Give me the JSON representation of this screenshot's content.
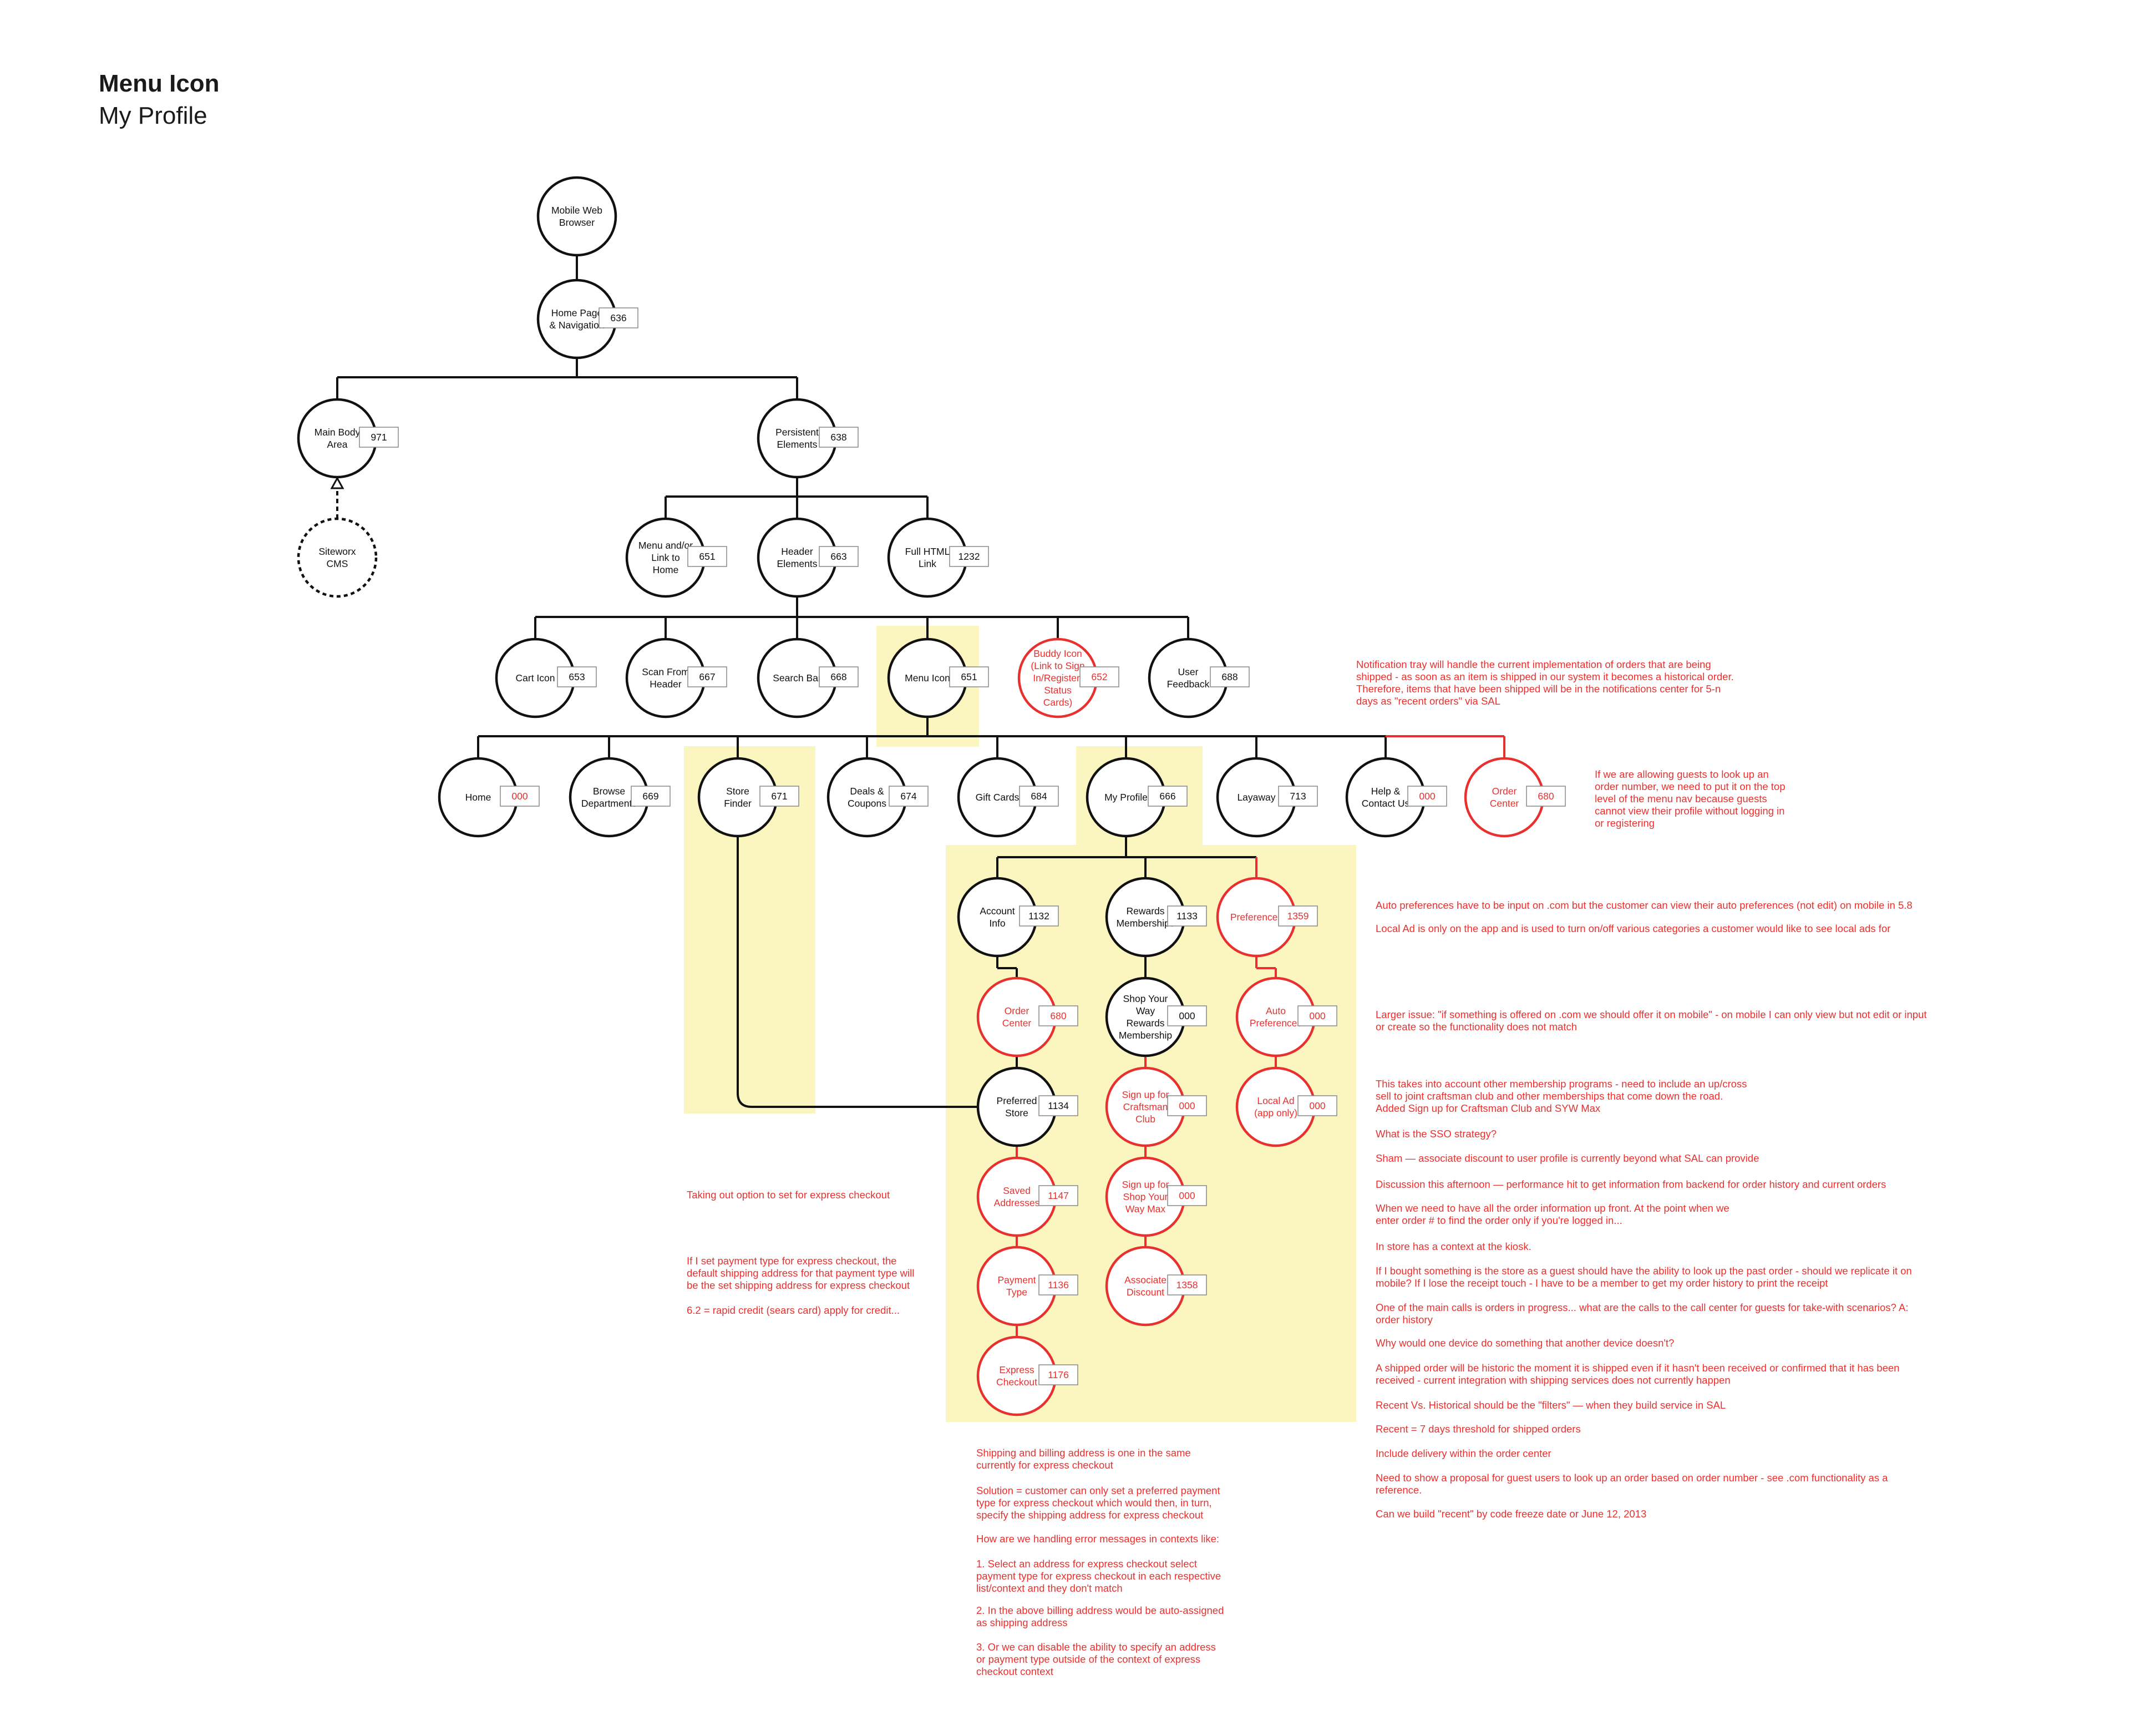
{
  "page": {
    "title": "Menu Icon",
    "subtitle": "My Profile"
  },
  "colors": {
    "black": "#111111",
    "red": "#e8312f",
    "highlight": "#fbf6c0",
    "white": "#ffffff"
  },
  "nodes": {
    "mobile_web": {
      "label": [
        "Mobile Web",
        "Browser"
      ]
    },
    "home_page": {
      "label": [
        "Home Page",
        "& Navigation"
      ],
      "id": "636"
    },
    "main_body": {
      "label": [
        "Main Body",
        "Area"
      ],
      "id": "971"
    },
    "siteworx": {
      "label": [
        "Siteworx",
        "CMS"
      ]
    },
    "persistent": {
      "label": [
        "Persistent",
        "Elements"
      ],
      "id": "638"
    },
    "menu_link": {
      "label": [
        "Menu and/or",
        "Link to",
        "Home"
      ],
      "id": "651"
    },
    "header": {
      "label": [
        "Header",
        "Elements"
      ],
      "id": "663"
    },
    "full_html": {
      "label": [
        "Full HTML",
        "Link"
      ],
      "id": "1232"
    },
    "cart": {
      "label": [
        "Cart Icon"
      ],
      "id": "653"
    },
    "scan": {
      "label": [
        "Scan From",
        "Header"
      ],
      "id": "667"
    },
    "search": {
      "label": [
        "Search Bar"
      ],
      "id": "668"
    },
    "menu_icon": {
      "label": [
        "Menu Icon"
      ],
      "id": "651"
    },
    "buddy": {
      "label": [
        "Buddy Icon",
        "(Link to Sign",
        "In/Register/",
        "Status",
        "Cards)"
      ],
      "id": "652"
    },
    "user_feedback": {
      "label": [
        "User",
        "Feedback"
      ],
      "id": "688"
    },
    "home": {
      "label": [
        "Home"
      ],
      "id": "000"
    },
    "browse": {
      "label": [
        "Browse",
        "Departments"
      ],
      "id": "669"
    },
    "store_finder": {
      "label": [
        "Store",
        "Finder"
      ],
      "id": "671"
    },
    "deals": {
      "label": [
        "Deals &",
        "Coupons"
      ],
      "id": "674"
    },
    "gift_cards": {
      "label": [
        "Gift Cards"
      ],
      "id": "684"
    },
    "my_profile": {
      "label": [
        "My Profile"
      ],
      "id": "666"
    },
    "layaway": {
      "label": [
        "Layaway"
      ],
      "id": "713"
    },
    "help": {
      "label": [
        "Help &",
        "Contact Us"
      ],
      "id": "000"
    },
    "order_center_top": {
      "label": [
        "Order",
        "Center"
      ],
      "id": "680"
    },
    "account_info": {
      "label": [
        "Account",
        "Info"
      ],
      "id": "1132"
    },
    "rewards": {
      "label": [
        "Rewards",
        "Memberships"
      ],
      "id": "1133"
    },
    "preferences": {
      "label": [
        "Preferences"
      ],
      "id": "1359"
    },
    "order_center": {
      "label": [
        "Order",
        "Center"
      ],
      "id": "680"
    },
    "syw_rewards": {
      "label": [
        "Shop Your",
        "Way",
        "Rewards",
        "Membership"
      ],
      "id": "000"
    },
    "auto_prefs": {
      "label": [
        "Auto",
        "Preferences"
      ],
      "id": "000"
    },
    "preferred_store": {
      "label": [
        "Preferred",
        "Store"
      ],
      "id": "1134"
    },
    "craftsman": {
      "label": [
        "Sign up for",
        "Craftsman",
        "Club"
      ],
      "id": "000"
    },
    "local_ad": {
      "label": [
        "Local Ad",
        "(app only)"
      ],
      "id": "000"
    },
    "saved_addresses": {
      "label": [
        "Saved",
        "Addresses"
      ],
      "id": "1147"
    },
    "syw_max": {
      "label": [
        "Sign up for",
        "Shop Your",
        "Way Max"
      ],
      "id": "000"
    },
    "payment_type": {
      "label": [
        "Payment",
        "Type"
      ],
      "id": "1136"
    },
    "assoc_discount": {
      "label": [
        "Associate",
        "Discount"
      ],
      "id": "1358"
    },
    "express_checkout": {
      "label": [
        "Express",
        "Checkout"
      ],
      "id": "1176"
    }
  },
  "notes": {
    "notification": "Notification tray will handle the current implementation of orders that are being\nshipped - as soon as an item is shipped in our system it becomes a historical order.\nTherefore, items that have been shipped will be in the notifications center for 5-n\ndays as \"recent orders\" via SAL",
    "guests": "If we are allowing guests to look up an\norder number, we need to put it on the top\nlevel of the menu nav because guests\ncannot view their profile without logging in\nor registering",
    "auto_prefs": "Auto preferences have to be input on .com but the customer can view their auto preferences (not edit) on mobile in 5.8",
    "local_ad": "Local Ad is only on the app and is used to turn on/off various categories a customer would like to see local ads for",
    "larger_issue": "Larger issue: \"if something is offered on .com we should offer it on mobile\" - on mobile I can only view but not edit or input\nor create so the functionality does not match",
    "memberships": "This takes into account other membership programs - need to include an up/cross\nsell to joint craftsman club and other memberships that come down the road.\nAdded Sign up for Craftsman Club and SYW Max",
    "sso": "What is the SSO strategy?",
    "sham": "Sham — associate discount to user profile is currently beyond what SAL can provide",
    "discussion": "Discussion this afternoon — performance hit to get information from backend for order history and current orders",
    "order_info": "When we need to have all the order information up front. At the point when we\nenter order # to find the order only if you're logged in...",
    "kiosk": "In store has a context at the kiosk.",
    "guest_order": "If I bought something is the store as a guest should have the ability to look up the past order - should we replicate it on\nmobile? If I lose the receipt touch - I have to be a member to get my order history to print the receipt",
    "main_calls": "One of the main calls is orders in progress... what are the calls to the call center for guests for take-with scenarios? A:\norder history",
    "why_device": "Why would one device do something that another device doesn't?",
    "shipped_historic": "A shipped order will be historic the moment it is shipped even if it hasn't been received or confirmed that it has been\nreceived - current integration with shipping services does not currently happen",
    "recent_vs": "Recent Vs. Historical should be the \"filters\" — when they build service in SAL",
    "recent_7": "Recent = 7 days threshold for shipped orders",
    "delivery": "Include delivery within the order center",
    "proposal": "Need to show a proposal for guest users to look up an order based on order number - see .com functionality as a\nreference.",
    "freeze": "Can we build \"recent\" by code freeze date or June 12, 2013",
    "taking_out": "Taking out option to set for express checkout",
    "payment_note": "If I set payment type for express checkout, the\ndefault shipping address for that payment type will\nbe the set shipping address for express checkout",
    "rapid_credit": "6.2 = rapid credit (sears card) apply for credit...",
    "shipping_billing": "Shipping and billing address is one in the same\ncurrently for express checkout",
    "solution": "Solution = customer can only set a preferred payment\ntype for express checkout which would then, in turn,\nspecify the shipping address for express checkout",
    "error_msgs": "How are we handling error messages in contexts like:",
    "option1": "1. Select an address for express checkout select\npayment type for express checkout in each respective\nlist/context and they don't match",
    "option2": "2. In the above billing address would be auto-assigned\nas shipping address",
    "option3": "3. Or we can disable the ability to specify an address\nor payment type outside of the context of express\ncheckout context"
  }
}
